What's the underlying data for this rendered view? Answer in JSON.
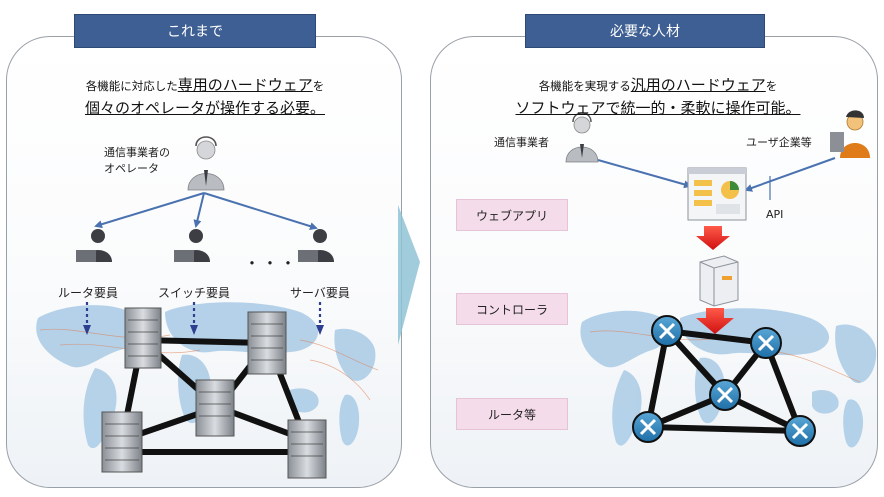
{
  "left": {
    "header": "これまで",
    "desc_line1_pre": "各機能に対応した",
    "desc_line1_em": "専用のハードウェア",
    "desc_line1_post": "を",
    "desc_line2": "個々のオペレータが操作する必要。",
    "operator_label_1": "通信事業者の",
    "operator_label_2": "オペレータ",
    "ellipsis": "・・・",
    "staff": [
      "ルータ要員",
      "スイッチ要員",
      "サーバ要員"
    ]
  },
  "right": {
    "header": "必要な人材",
    "desc_line1_pre": "各機能を実現する",
    "desc_line1_em": "汎用のハードウェア",
    "desc_line1_post": "を",
    "desc_line2": "ソフトウェアで統一的・柔軟に操作可能。",
    "operator_label": "通信事業者",
    "user_label": "ユーザ企業等",
    "api_label": "API",
    "layers": [
      "ウェブアプリ",
      "コントローラ",
      "ルータ等"
    ]
  },
  "colors": {
    "header_bg": "#3e5f93",
    "arrow_blue": "#4a72b0",
    "arrow_red": "#e02020",
    "layer_pink": "#f5dcea",
    "map_blue": "#a9cbe6"
  }
}
